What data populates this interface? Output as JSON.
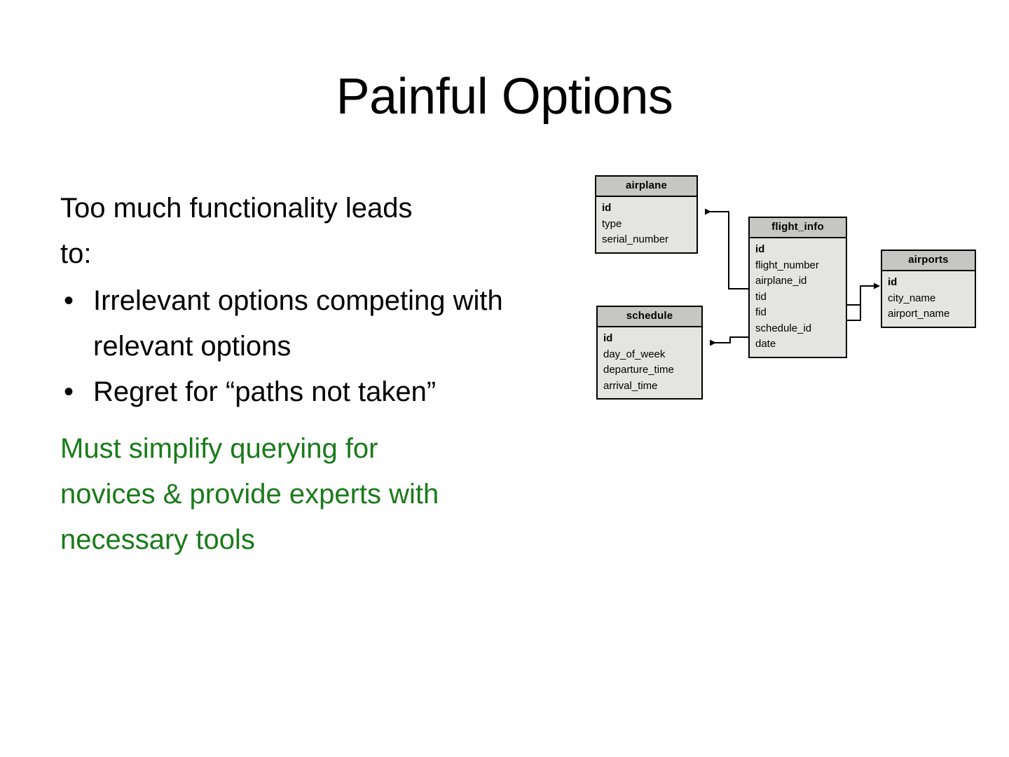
{
  "slide": {
    "title": "Painful Options",
    "body": {
      "intro": "Too much functionality leads to:",
      "bullet_marker": "•",
      "bullets": [
        "Irrelevant options competing with relevant options",
        "Regret for “paths not taken”"
      ],
      "highlight": "Must simplify querying for novices & provide experts with necessary tools",
      "highlight_color": "#1a7a1a"
    }
  },
  "diagram": {
    "type": "entity-relationship",
    "header_color": "#c6c6c4",
    "body_color": "#e4e4e2",
    "border_color": "#000000",
    "tables": [
      {
        "name": "airplane",
        "fields": [
          "id",
          "type",
          "serial_number"
        ],
        "primary_key": "id"
      },
      {
        "name": "flight_info",
        "fields": [
          "id",
          "flight_number",
          "airplane_id",
          "tid",
          "fid",
          "schedule_id",
          "date"
        ],
        "primary_key": "id"
      },
      {
        "name": "airports",
        "fields": [
          "id",
          "city_name",
          "airport_name"
        ],
        "primary_key": "id"
      },
      {
        "name": "schedule",
        "fields": [
          "id",
          "day_of_week",
          "departure_time",
          "arrival_time"
        ],
        "primary_key": "id"
      }
    ],
    "relationships": [
      {
        "from": "flight_info.airplane_id",
        "to": "airplane.id"
      },
      {
        "from": "flight_info.tid",
        "to": "airports.id"
      },
      {
        "from": "flight_info.fid",
        "to": "airports.id"
      },
      {
        "from": "flight_info.schedule_id",
        "to": "schedule.id"
      }
    ]
  }
}
